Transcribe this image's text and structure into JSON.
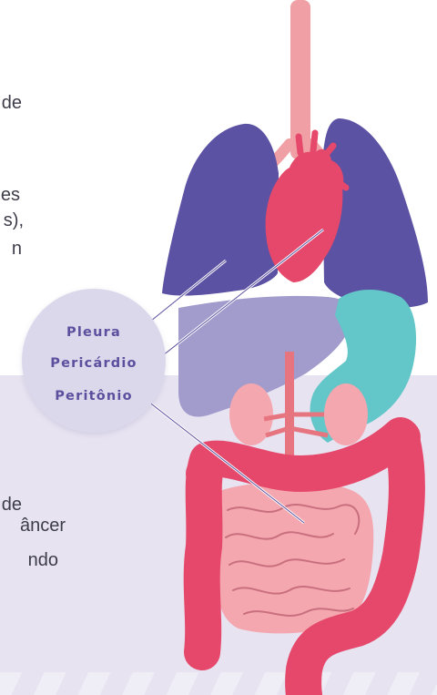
{
  "text_fragments": {
    "line1": "de",
    "line2": "es",
    "line3": "s),",
    "line4": "n",
    "line5": "de",
    "line6": "âncer",
    "line7": "ndo"
  },
  "legend": {
    "labels": [
      "Pleura",
      "Pericárdio",
      "Peritônio"
    ]
  },
  "colors": {
    "lungs": "#5b52a3",
    "heart": "#e5486a",
    "liver": "#a29ccd",
    "stomach": "#63c6c8",
    "trachea": "#f0a0a5",
    "intestine": "#f4a7ae",
    "colon": "#e5486a",
    "background_band": "#e7e3f1",
    "label_text": "#5b4f9e"
  }
}
